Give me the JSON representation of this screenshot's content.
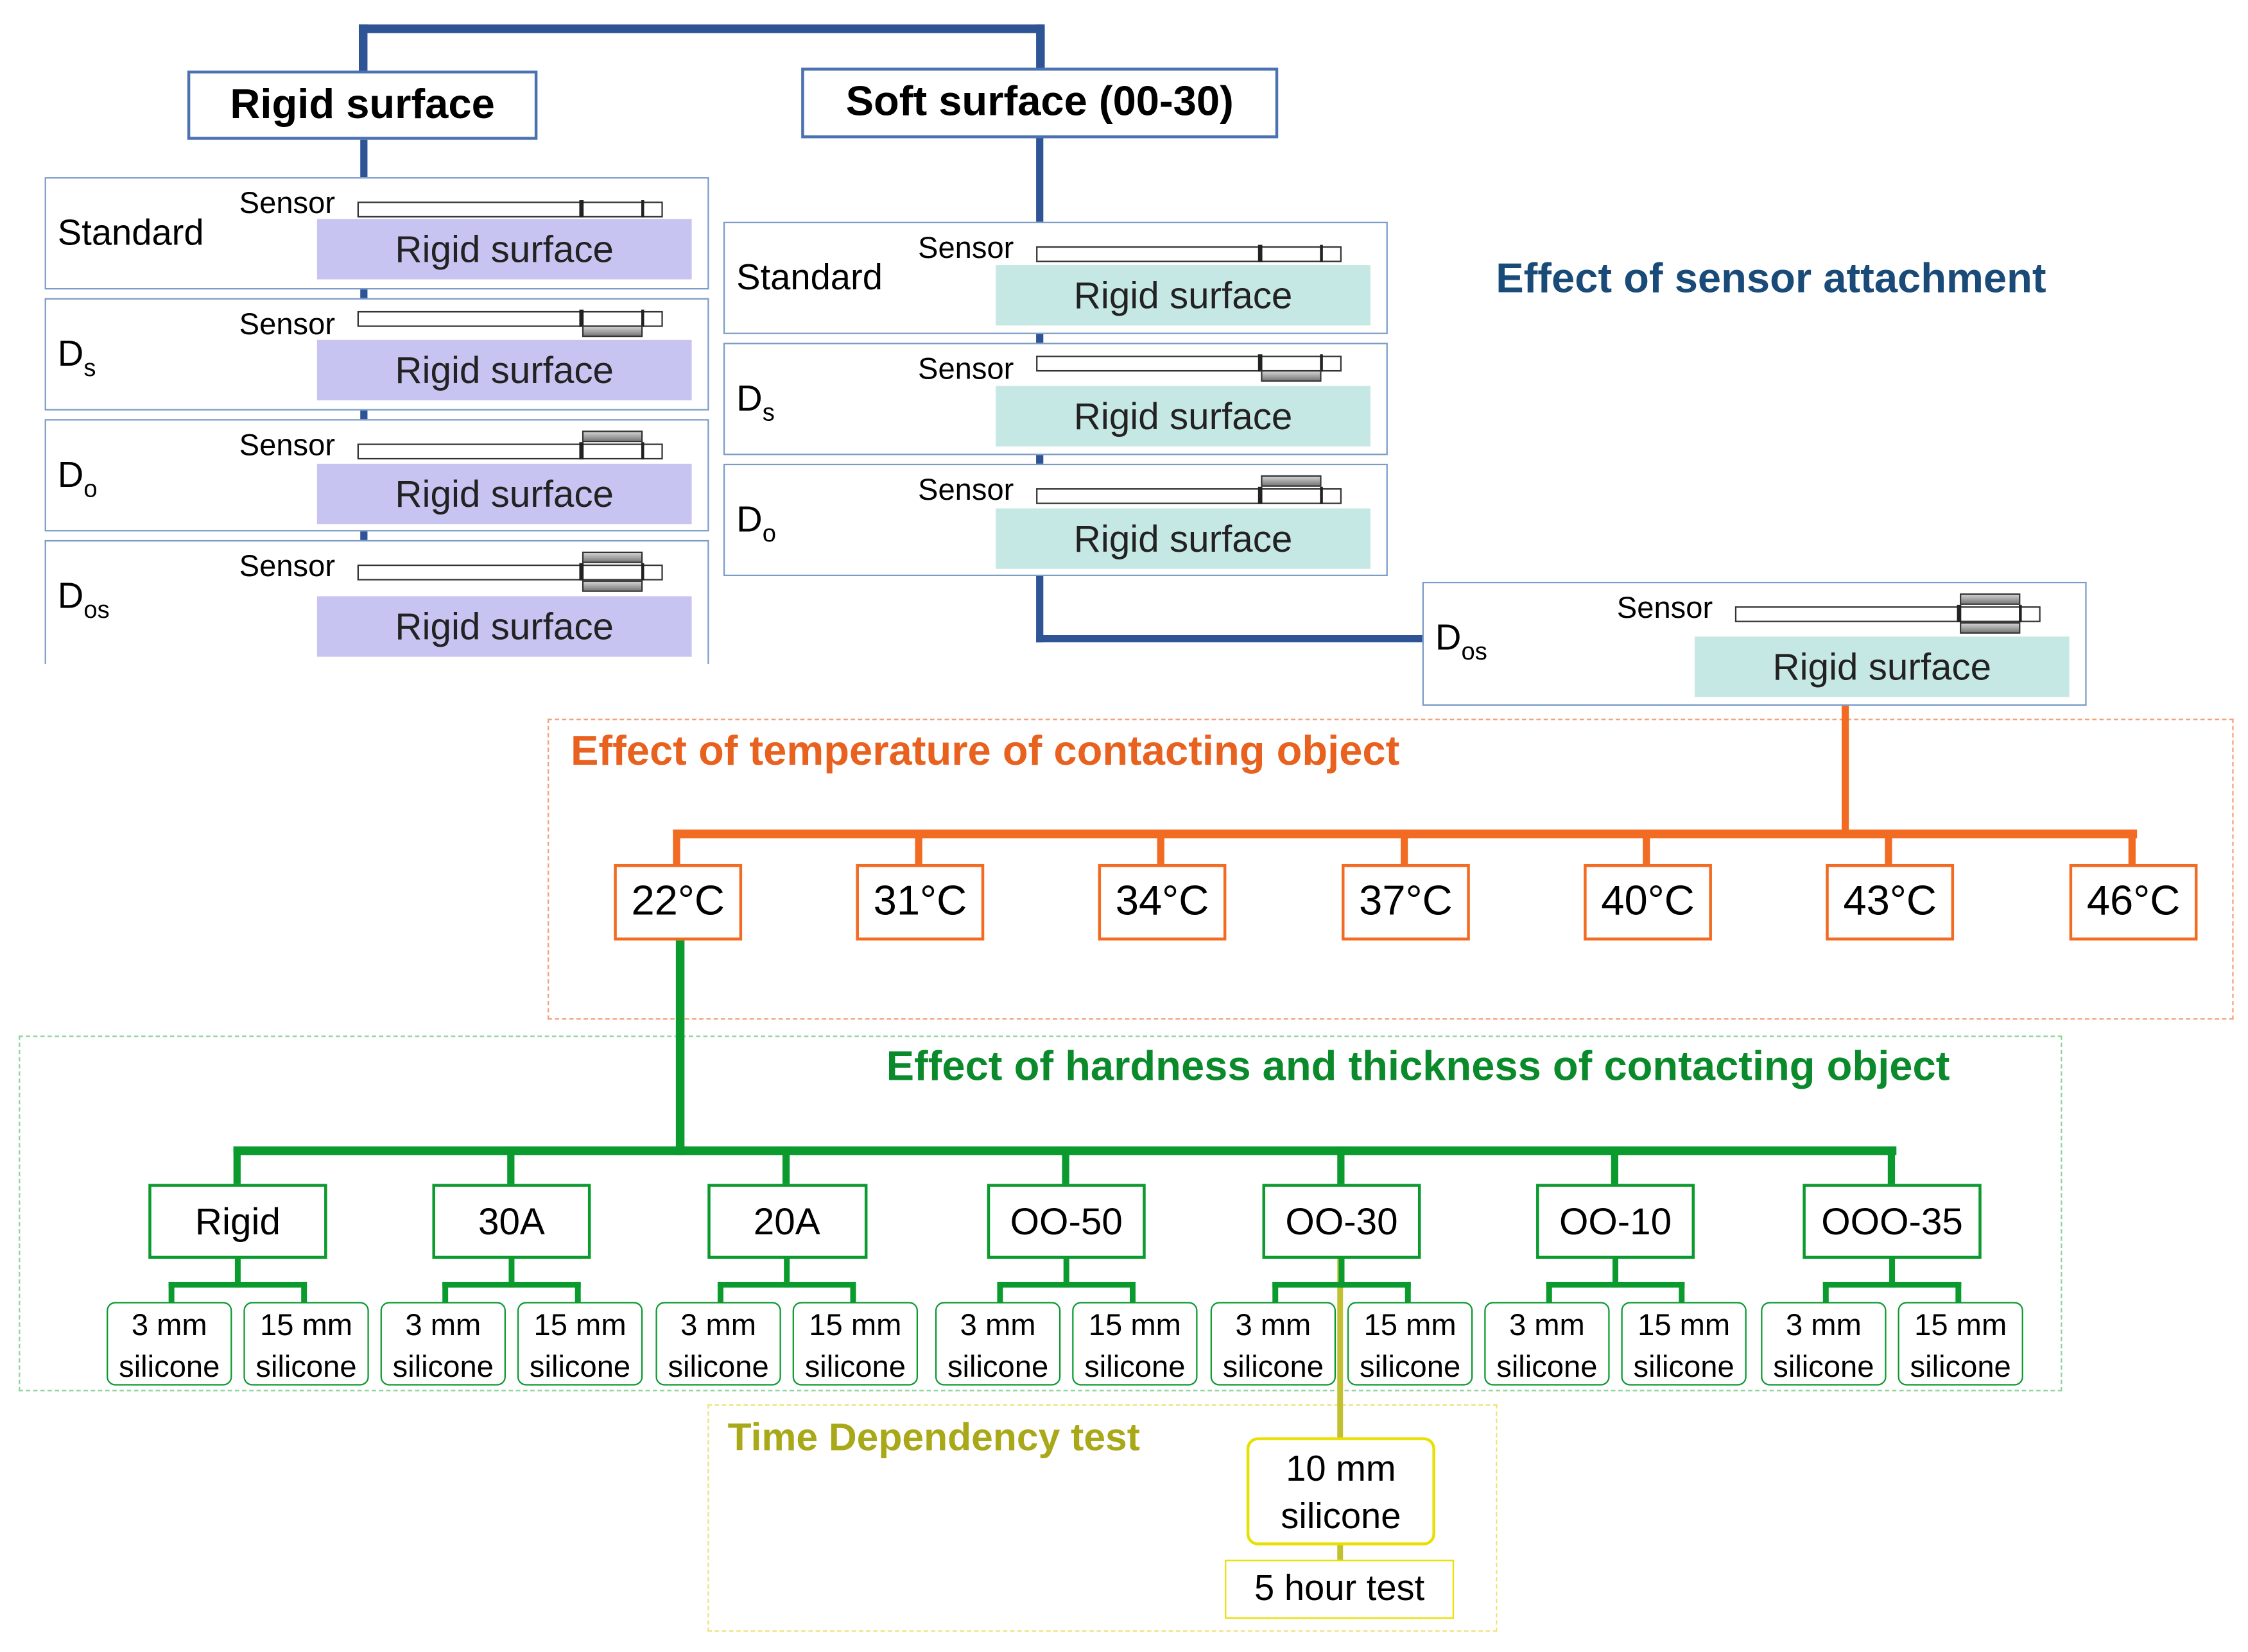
{
  "sections": {
    "sensor_attachment_title": "Effect of sensor attachment",
    "temperature_title": "Effect of temperature of contacting object",
    "hardness_title": "Effect of hardness and thickness of contacting object",
    "time_title": "Time Dependency test"
  },
  "headers": {
    "rigid": "Rigid surface",
    "soft": "Soft surface (00-30)"
  },
  "labels": {
    "sensor": "Sensor",
    "standard": "Standard",
    "d": "D",
    "sub_s": "s",
    "sub_o": "o",
    "sub_os": "os",
    "surface": "Rigid surface"
  },
  "temperatures": [
    "22°C",
    "31°C",
    "34°C",
    "37°C",
    "40°C",
    "43°C",
    "46°C"
  ],
  "hardness": [
    "Rigid",
    "30A",
    "20A",
    "OO-50",
    "OO-30",
    "OO-10",
    "OOO-35"
  ],
  "samples": {
    "thin_line1": "3 mm",
    "thick_line1": "15 mm",
    "line2": "silicone"
  },
  "time_test": {
    "sample_line1": "10 mm",
    "sample_line2": "silicone",
    "duration": "5 hour test"
  },
  "colors": {
    "blue": "#2e5496",
    "orange": "#f26b22",
    "green": "#0a9a2e",
    "yellow": "#c0c030",
    "lavender": "#c8c4f2",
    "teal": "#c6e8e4"
  }
}
